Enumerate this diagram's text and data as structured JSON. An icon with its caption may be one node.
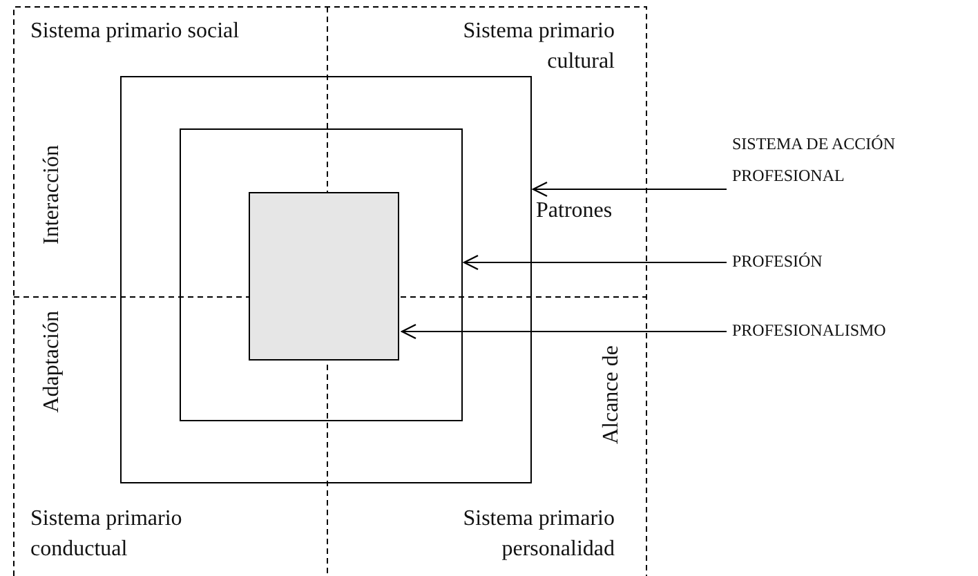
{
  "diagram": {
    "nodes": [
      {
        "text": [],
        "shape": "box"
      },
      {
        "text": [],
        "shape": "box",
        "in": 0
      },
      {
        "text": [],
        "shape": "box",
        "in": 1
      },
      {
        "text": [
          "SISTEMA DE ACCIÓN PROFESIONAL"
        ]
      },
      {
        "text": [
          "PROFESIÓN"
        ]
      },
      {
        "text": [
          "PROFESIONALISMO"
        ]
      }
    ],
    "edges": [
      {
        "from": 3,
        "to": 0,
        "arrow": "to"
      },
      {
        "from": 4,
        "to": 1,
        "arrow": "to"
      },
      {
        "from": 5,
        "to": 2,
        "arrow": "to"
      }
    ],
    "labels": [
      "Sistema primario social",
      "Sistema primario cultural",
      "Interacción",
      "Patrones",
      "Adaptación",
      "Alcance de",
      "Sistema primario conductual",
      "Sistema primario personalidad"
    ]
  }
}
